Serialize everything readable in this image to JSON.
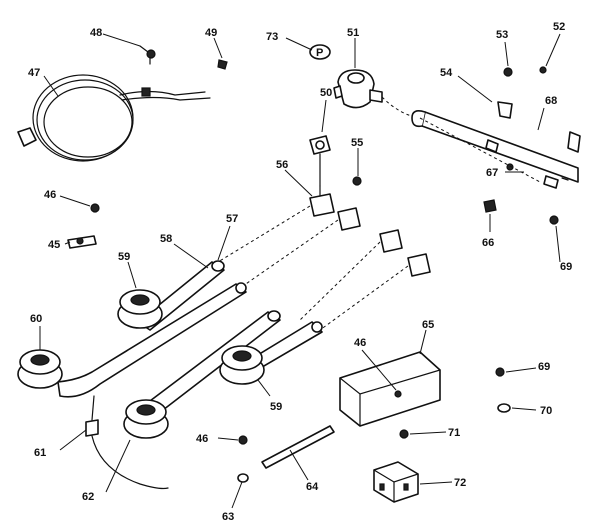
{
  "labels": {
    "l45": "45",
    "l46a": "46",
    "l46b": "46",
    "l46c": "46",
    "l47": "47",
    "l48": "48",
    "l49": "49",
    "l50": "50",
    "l51": "51",
    "l52": "52",
    "l53": "53",
    "l54": "54",
    "l55": "55",
    "l56": "56",
    "l57": "57",
    "l58": "58",
    "l59a": "59",
    "l59b": "59",
    "l60": "60",
    "l61": "61",
    "l62": "62",
    "l63": "63",
    "l64": "64",
    "l65": "65",
    "l66": "66",
    "l67": "67",
    "l68": "68",
    "l69a": "69",
    "l69b": "69",
    "l70": "70",
    "l71": "71",
    "l72": "72",
    "l73": "73"
  },
  "cap_mark": "P"
}
